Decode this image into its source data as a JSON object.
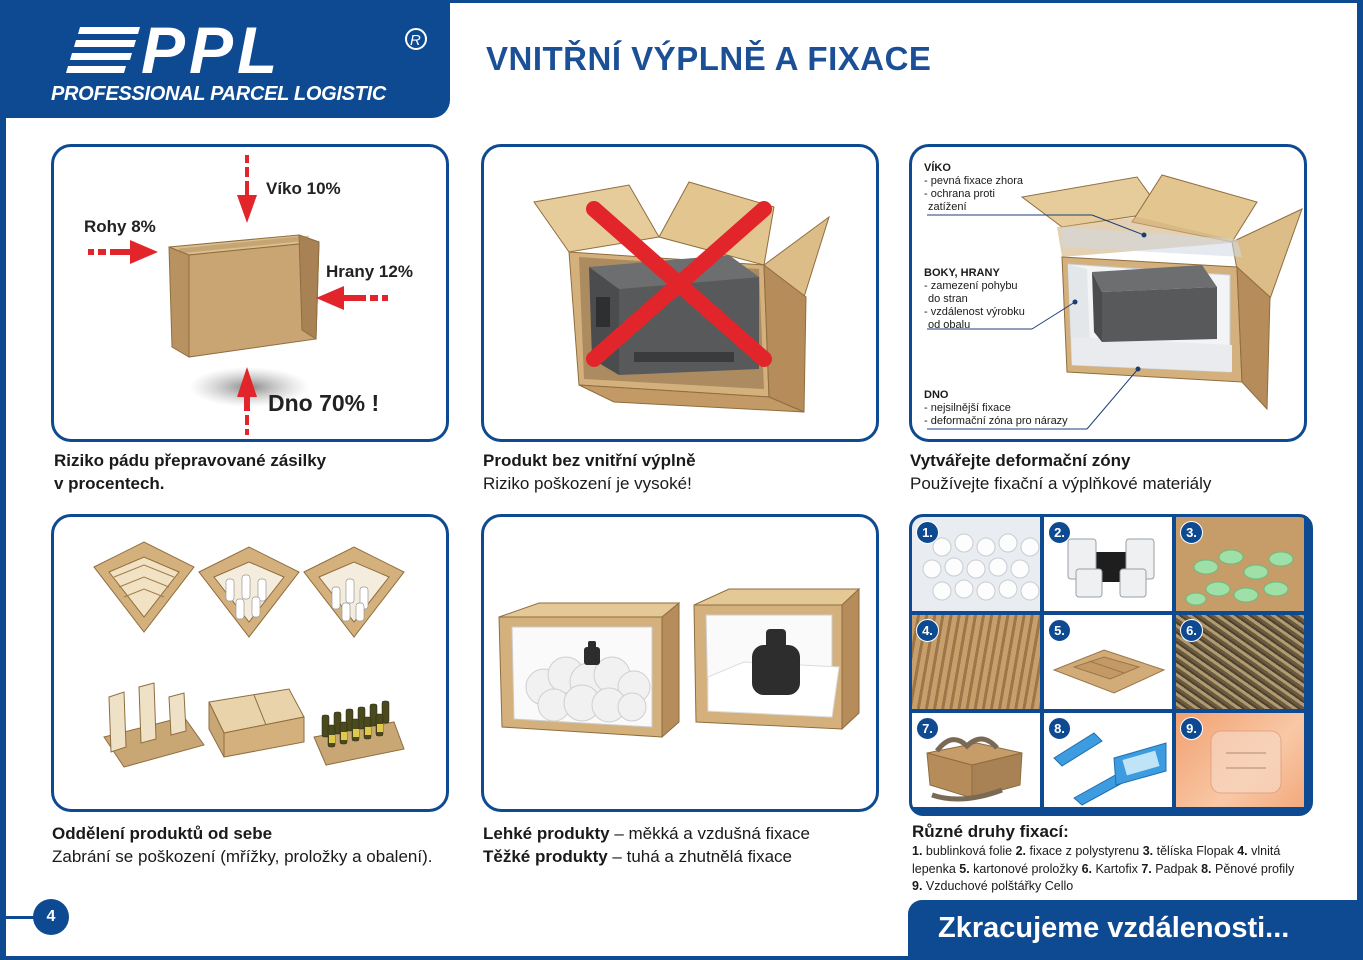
{
  "brand": {
    "logo_text": "PPL",
    "registered": "R",
    "tagline": "PROFESSIONAL PARCEL LOGISTIC"
  },
  "page_title": "VNITŘNÍ VÝPLNĚ A FIXACE",
  "panels": {
    "risk": {
      "labels": {
        "lid": "Víko 10%",
        "corners": "Rohy 8%",
        "edges": "Hrany 12%",
        "bottom": "Dno 70% !"
      },
      "caption_bold_1": "Riziko pádu přepravované zásilky",
      "caption_bold_2": "v procentech."
    },
    "no_filling": {
      "caption_bold": "Produkt bez vnitřní výplně",
      "caption": "Riziko poškození je vysoké!"
    },
    "zones": {
      "lid_title": "VÍKO",
      "lid_1": "- pevná fixace zhora",
      "lid_2": "- ochrana proti",
      "lid_3": "zatížení",
      "sides_title": "BOKY, HRANY",
      "sides_1": "- zamezení pohybu",
      "sides_2": "do stran",
      "sides_3": "- vzdálenost výrobku",
      "sides_4": "od obalu",
      "bottom_title": "DNO",
      "bottom_1": "- nejsilnější fixace",
      "bottom_2": "- deformační zóna pro nárazy",
      "caption_bold": "Vytvářejte deformační zóny",
      "caption": "Používejte fixační a výplňkové materiály"
    },
    "separation": {
      "caption_bold": "Oddělení produktů od sebe",
      "caption": "Zabrání se poškození (mřížky, proložky a obalení)."
    },
    "weight": {
      "light_bold": "Lehké produkty",
      "light_rest": " – měkká a vzdušná fixace",
      "heavy_bold": "Těžké produkty",
      "heavy_rest": " – tuhá a zhutnělá fixace"
    }
  },
  "fixations": {
    "title": "Různé druhy fixací:",
    "numbers": [
      "1.",
      "2.",
      "3.",
      "4.",
      "5.",
      "6.",
      "7.",
      "8.",
      "9."
    ],
    "legend": [
      {
        "n": "1.",
        "t": " bublinková folie "
      },
      {
        "n": "2.",
        "t": " fixace z polystyrenu "
      },
      {
        "n": "3.",
        "t": " tělíska Flopak "
      },
      {
        "n": "4.",
        "t": " vlnitá lepenka "
      },
      {
        "n": "5.",
        "t": " kartonové proložky "
      },
      {
        "n": "6.",
        "t": " Kartofix "
      },
      {
        "n": "7.",
        "t": " Padpak "
      },
      {
        "n": "8.",
        "t": " Pěnové profily "
      },
      {
        "n": "9.",
        "t": " Vzduchové polštářky Cello"
      }
    ]
  },
  "footer": {
    "page_number": "4",
    "slogan": "Zkracujeme vzdálenosti..."
  },
  "colors": {
    "brand_blue": "#0d4a92",
    "title_blue": "#1b4f96",
    "arrow_red": "#e2252b",
    "cardboard": "#c9a774"
  }
}
